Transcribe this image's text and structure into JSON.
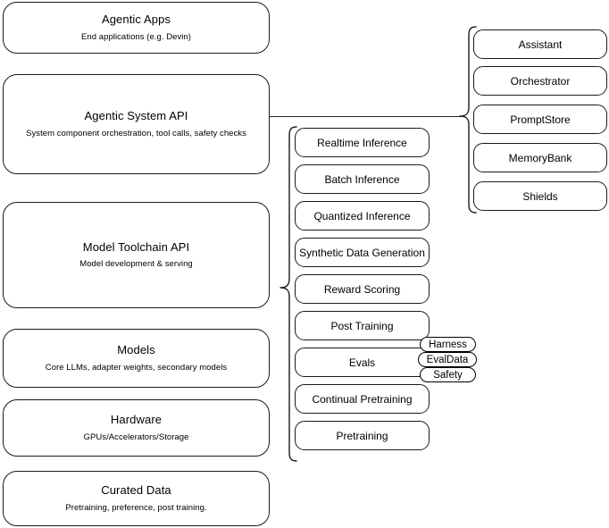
{
  "diagram": {
    "title": "AI stack layered architecture diagram",
    "stroke_color": "#1a1a1a",
    "background_color": "#ffffff"
  },
  "left_stack": {
    "name": "layer-stack",
    "layers": [
      {
        "id": "agentic-apps",
        "title": "Agentic Apps",
        "subtitle": "End applications (e.g. Devin)"
      },
      {
        "id": "agentic-system-api",
        "title": "Agentic System API",
        "subtitle": "System component orchestration, tool calls, safety checks"
      },
      {
        "id": "model-toolchain-api",
        "title": "Model Toolchain API",
        "subtitle": "Model development & serving"
      },
      {
        "id": "models",
        "title": "Models",
        "subtitle": "Core LLMs, adapter weights, secondary models"
      },
      {
        "id": "hardware",
        "title": "Hardware",
        "subtitle": "GPUs/Accelerators/Storage"
      },
      {
        "id": "curated-data",
        "title": "Curated Data",
        "subtitle": "Pretraining, preference, post training."
      }
    ]
  },
  "toolchain_group": {
    "name": "model-toolchain-capabilities",
    "items": [
      {
        "id": "realtime-inference",
        "label": "Realtime Inference"
      },
      {
        "id": "batch-inference",
        "label": "Batch Inference"
      },
      {
        "id": "quantized-inference",
        "label": "Quantized Inference"
      },
      {
        "id": "synthetic-data-generation",
        "label": "Synthetic Data Generation"
      },
      {
        "id": "reward-scoring",
        "label": "Reward Scoring"
      },
      {
        "id": "post-training",
        "label": "Post Training"
      },
      {
        "id": "evals",
        "label": "Evals"
      },
      {
        "id": "continual-pretraining",
        "label": "Continual Pretraining"
      },
      {
        "id": "pretraining",
        "label": "Pretraining"
      }
    ]
  },
  "evals_badges": {
    "name": "evals-subcomponents",
    "items": [
      {
        "id": "harness",
        "label": "Harness"
      },
      {
        "id": "evaldata",
        "label": "EvalData"
      },
      {
        "id": "safety",
        "label": "Safety"
      }
    ]
  },
  "agentic_group": {
    "name": "agentic-system-components",
    "items": [
      {
        "id": "assistant",
        "label": "Assistant"
      },
      {
        "id": "orchestrator",
        "label": "Orchestrator"
      },
      {
        "id": "promptstore",
        "label": "PromptStore"
      },
      {
        "id": "memorybank",
        "label": "MemoryBank"
      },
      {
        "id": "shields",
        "label": "Shields"
      }
    ]
  }
}
